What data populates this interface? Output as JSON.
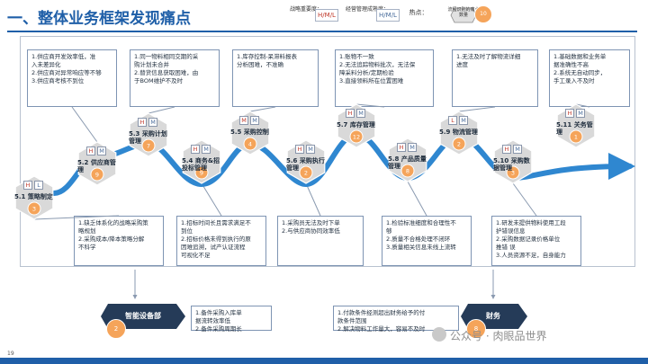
{
  "title": "一、整体业务框架发现痛点",
  "legend": {
    "importance_label": "战略重要度：",
    "importance_value": "H/M/L",
    "maturity_label": "经营管理成熟度：",
    "maturity_value": "H/M/L",
    "hotspot_label": "热点：",
    "hotspot_desc": "流程识别的痛点数量",
    "hotspot_value": "10"
  },
  "top_boxes": [
    {
      "lines": [
        "1.供应商开发效率低，准",
        "入未差异化",
        "2.供应商对异常响应等不够",
        "3.供应商考核不到位"
      ]
    },
    {
      "lines": [
        "1.同一物料相同交期的采",
        "购计划未合并",
        "2.替货信息获取困难，由",
        "于BOM维护不及时"
      ]
    },
    {
      "lines": [
        "1.库存控制-呆滞料报表",
        "分析困难，不准确"
      ]
    },
    {
      "lines": [
        "1.账物不一致",
        "2.无法追踪物料批次，无法保",
        "障采料分析/定期检验",
        "3.直接领料所在位置困难"
      ]
    },
    {
      "lines": [
        "1.无法及时了解物流详细",
        "进度"
      ]
    },
    {
      "lines": [
        "1.基础数据和业务单",
        "据准确性不高",
        "2.系统无自动同步，",
        "手工录入不及时"
      ]
    }
  ],
  "processes": [
    {
      "name": "5.1 策略制定",
      "importance": "H",
      "maturity": "L",
      "pain": "3"
    },
    {
      "name": "5.2 供应商管理",
      "importance": "H",
      "maturity": "M",
      "pain": "9"
    },
    {
      "name": "5.3 采购计划管理",
      "importance": "H",
      "maturity": "M",
      "pain": "7"
    },
    {
      "name": "5.4 商务&招投标管理",
      "importance": "H",
      "maturity": "M",
      "pain": "9"
    },
    {
      "name": "5.5 采购控制",
      "importance": "M",
      "maturity": "M",
      "pain": "4"
    },
    {
      "name": "5.6 采购执行管理",
      "importance": "H",
      "maturity": "M",
      "pain": "2"
    },
    {
      "name": "5.7 库存管理",
      "importance": "H",
      "maturity": "M",
      "pain": "12"
    },
    {
      "name": "5.8 产品质量管理",
      "importance": "H",
      "maturity": "M",
      "pain": "8"
    },
    {
      "name": "5.9 物流管理",
      "importance": "L",
      "maturity": "M",
      "pain": "2"
    },
    {
      "name": "5.10 采购数据管理",
      "importance": "H",
      "maturity": "M",
      "pain": "3"
    },
    {
      "name": "5.11 关务管理",
      "importance": "H",
      "maturity": "M",
      "pain": "1"
    }
  ],
  "bottom_boxes": [
    {
      "lines": [
        "1.缺乏体系化的战略采购策",
        "略规划",
        "2.采购成本/降本策略分解",
        "不科学"
      ]
    },
    {
      "lines": [
        "1.招标时间长且需求满足不",
        "到位",
        "2.招标价格未得到执行的原",
        "因难追溯，试产认证流程",
        "可视化不足"
      ]
    },
    {
      "lines": [
        "1.采购员无法及时下单",
        "2.与供应商协同效率低"
      ]
    },
    {
      "lines": [
        "1.检验标准细度和合理性不",
        "够",
        "2.质量不合格处理不闭环",
        "3.质量相关信息未线上流转"
      ]
    },
    {
      "lines": [
        "1.研发未提供物料使用工段",
        "护错误信息",
        "2.采购数据记录价格单位",
        "推错 误",
        "3.人员资源不足，自身能力",
        "欠缺"
      ]
    }
  ],
  "departments": [
    {
      "name": "智能设备部",
      "pain": "2",
      "lines": [
        "1.备件采购入库单",
        "据流转效率低",
        "2.备件采购周期长"
      ]
    },
    {
      "name": "财务",
      "pain": "8",
      "lines": [
        "1.付款条件经测超出财务给予的付",
        "款条件范围",
        "2.解决物料工作量大，容易不及时"
      ]
    }
  ],
  "watermark": "公众号 · 肉眼品世界",
  "page_number": "19",
  "colors": {
    "primary": "#1f5fa8",
    "wave": "#2f87d0",
    "hex": "#d9d9d9",
    "pain": "#f5a45a"
  }
}
